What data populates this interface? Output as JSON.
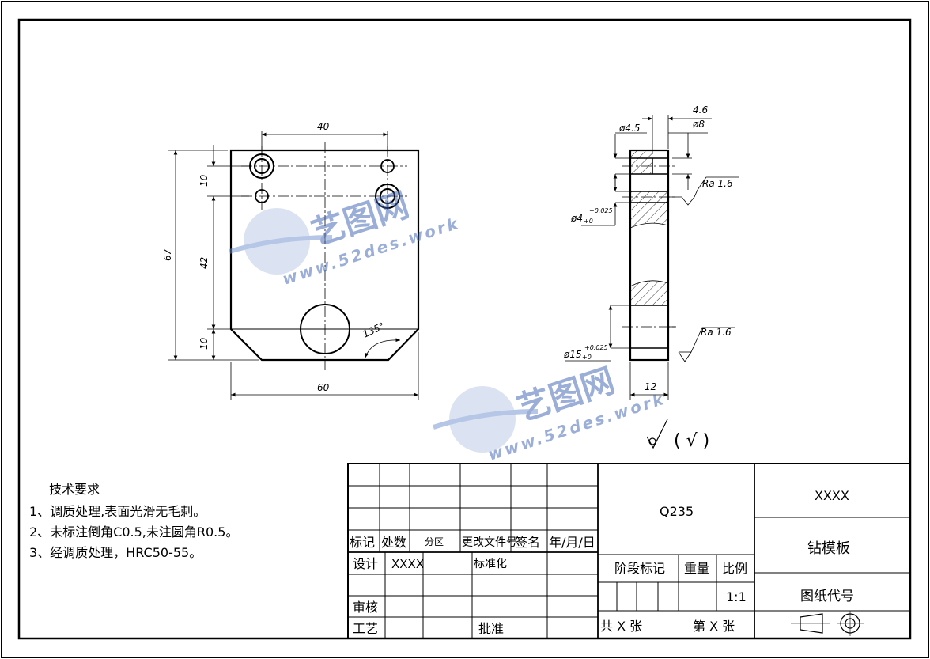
{
  "drawing": {
    "dims": {
      "width_top": "40",
      "width_bottom": "60",
      "height_total": "67",
      "top_spacing": "10",
      "mid_spacing": "42",
      "bottom_spacing": "10",
      "angle": "135°",
      "side_offset": "4.6",
      "side_small_hole": "ø4.5",
      "side_cbore": "ø8",
      "side_hole_tol": "ø4",
      "side_hole_tol_upper": "+0.025",
      "side_hole_tol_lower": "+0",
      "side_big_hole": "ø15",
      "side_big_tol_upper": "+0.025",
      "side_big_tol_lower": "+0",
      "thickness": "12",
      "roughness_1": "Ra 1.6",
      "roughness_2": "Ra 1.6",
      "general_roughness": "( √ )"
    },
    "watermark": {
      "brand": "艺图网",
      "url": "www.52des.work"
    }
  },
  "requirements": {
    "title": "技术要求",
    "items": [
      "1、调质处理,表面光滑无毛刺。",
      "2、未标注倒角C0.5,未注圆角R0.5。",
      "3、经调质处理，HRC50-55。"
    ]
  },
  "title_block": {
    "mark": "标记",
    "count": "处数",
    "zone": "分区",
    "change_doc": "更改文件号",
    "sign": "签名",
    "date": "年/月/日",
    "design": "设计",
    "designer": "XXXX",
    "standard": "标准化",
    "review": "审核",
    "process": "工艺",
    "approve": "批准",
    "material": "Q235",
    "stage": "阶段标记",
    "weight": "重量",
    "scale_label": "比例",
    "scale": "1:1",
    "total_sheets": "共 X 张",
    "sheet_no": "第 X 张",
    "company": "XXXX",
    "part_name": "钻模板",
    "drawing_no": "图纸代号"
  }
}
